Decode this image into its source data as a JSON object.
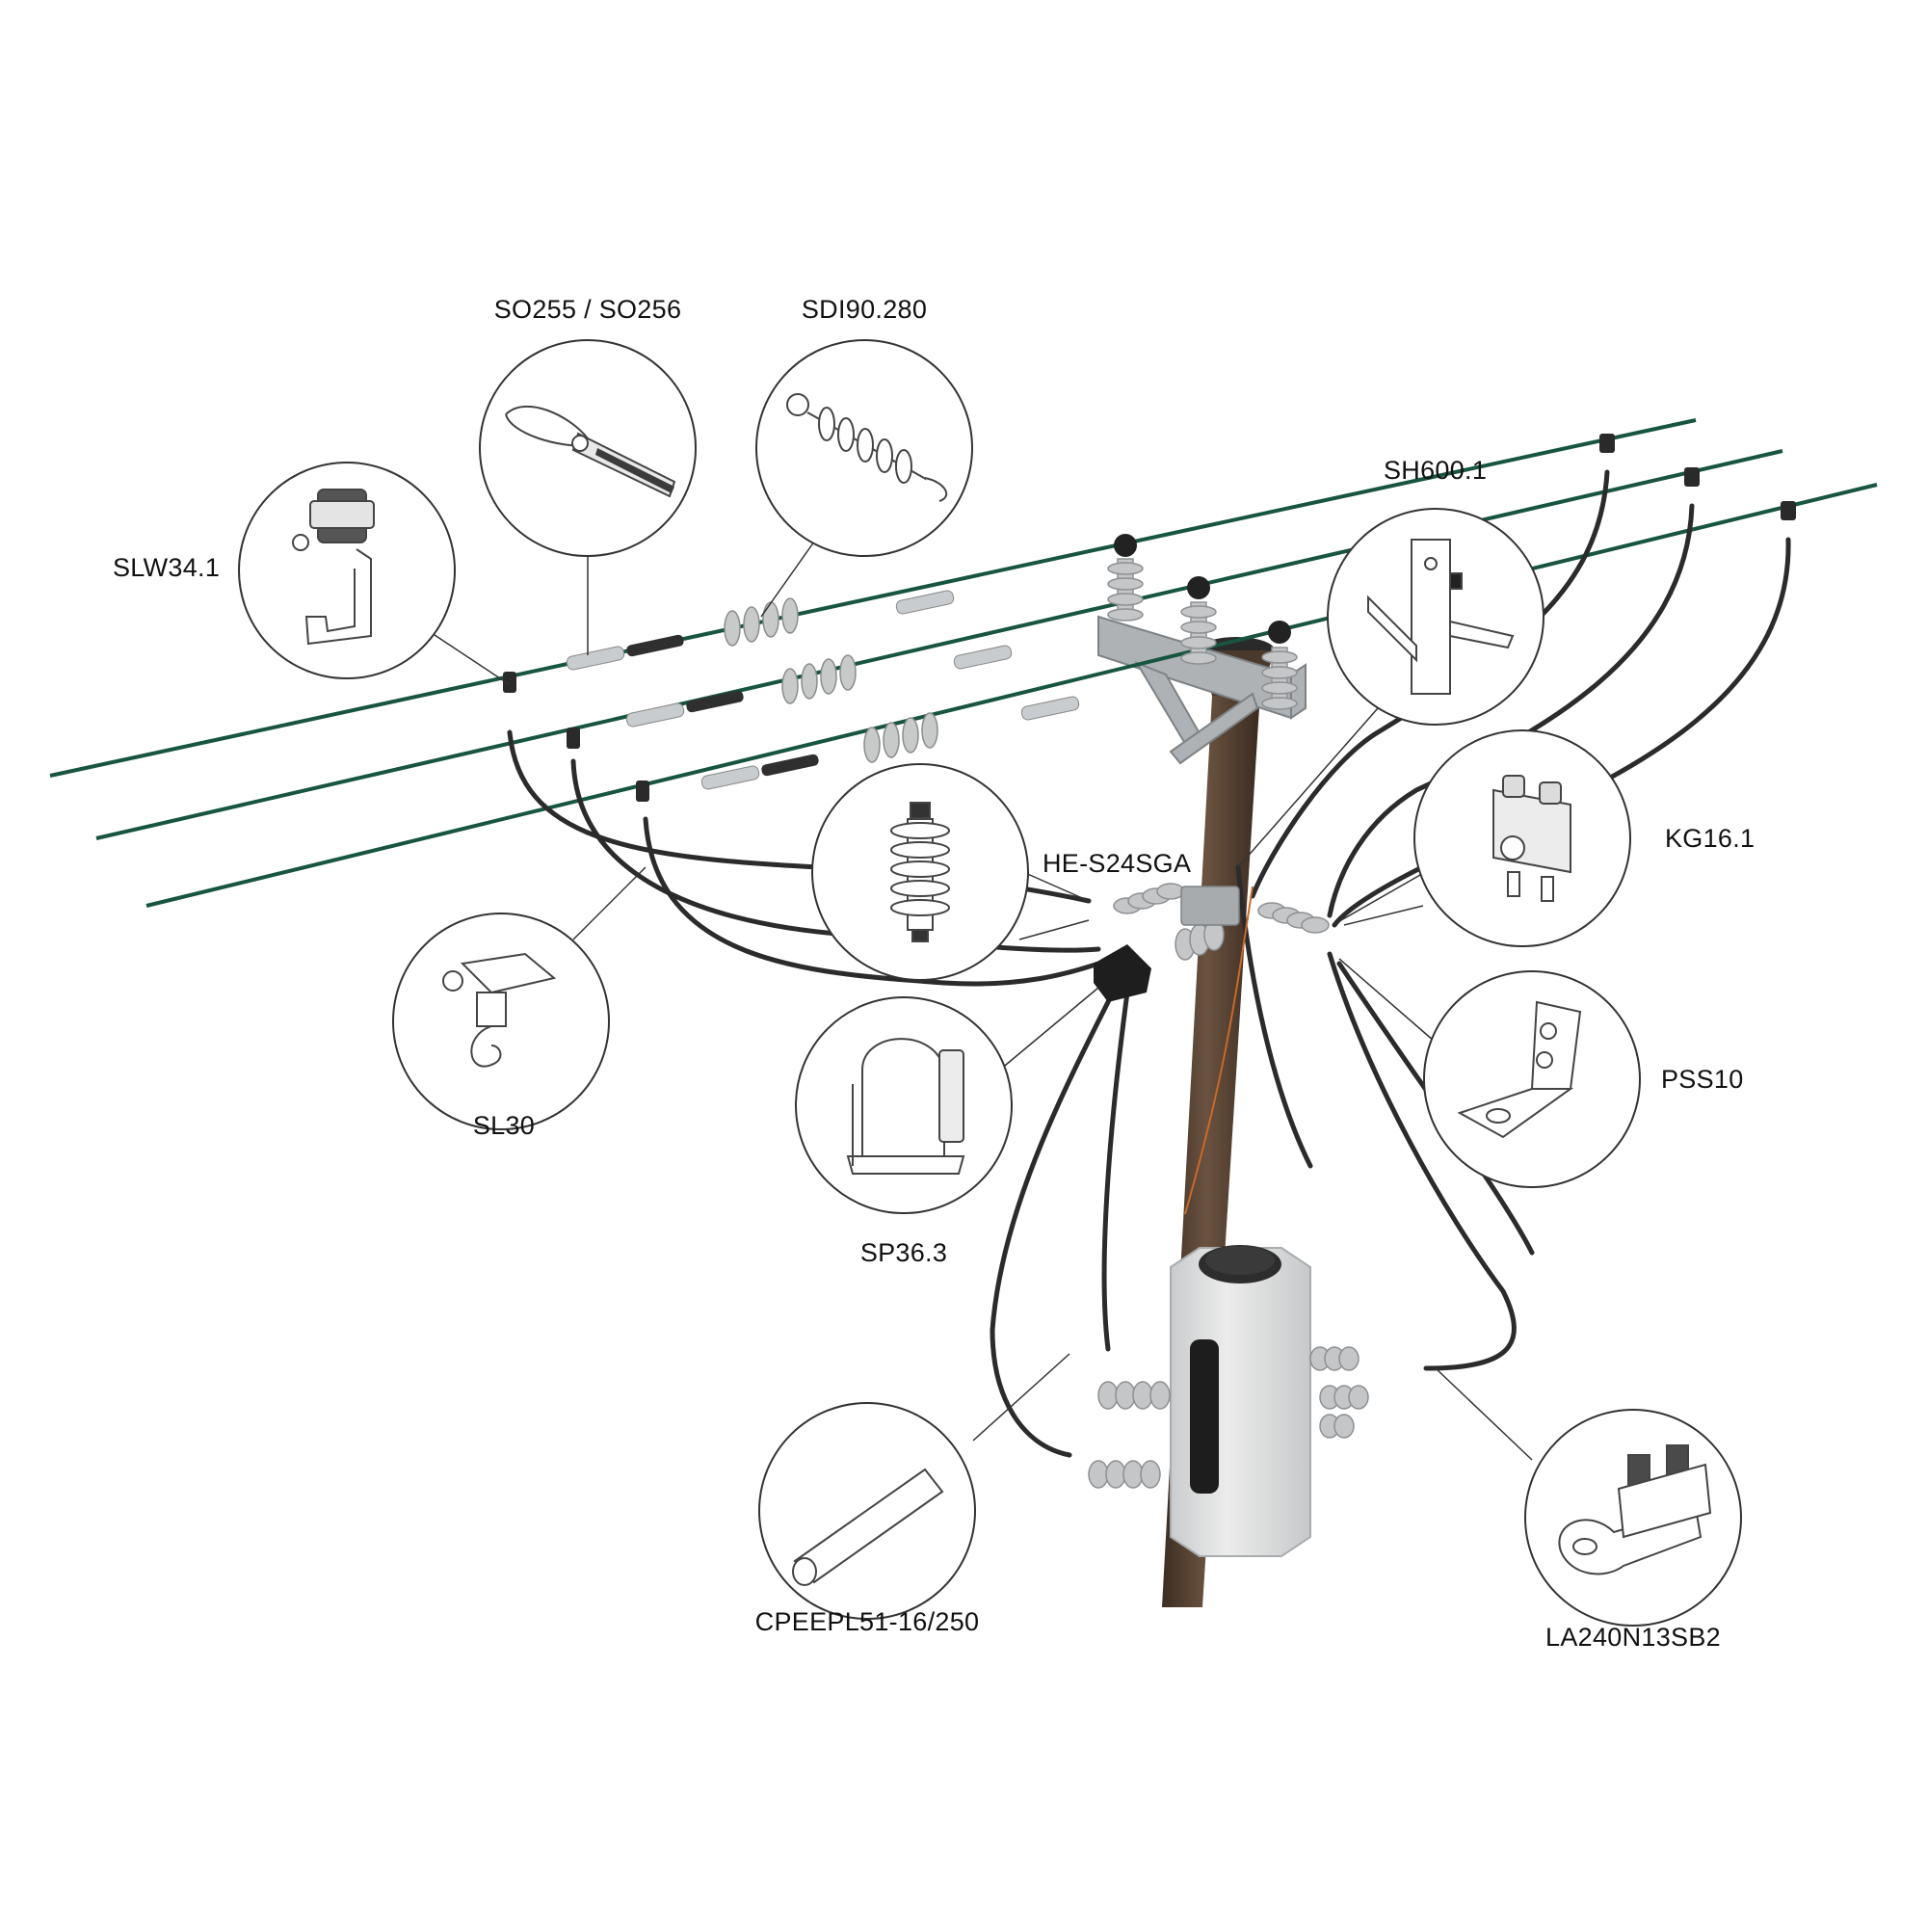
{
  "diagram": {
    "labels": {
      "so255": "SO255 / SO256",
      "sdi90": "SDI90.280",
      "slw34": "SLW34.1",
      "sh600": "SH600.1",
      "he_s24": "HE-S24SGA",
      "kg16": "KG16.1",
      "sl30": "SL30",
      "pss10": "PSS10",
      "sp36": "SP36.3",
      "cpeepl": "CPEEPL51-16/250",
      "la240": "LA240N13SB2"
    },
    "colors": {
      "conductor": "#17553f",
      "cable": "#2b2b2b",
      "pole": "#5b4534",
      "pole_dark": "#3f2f23",
      "steel": "#b9bdc0",
      "insulator": "#c4c6c8",
      "transformer": "#dadcdd",
      "callout_line": "#333333",
      "label_text": "#111111"
    }
  }
}
